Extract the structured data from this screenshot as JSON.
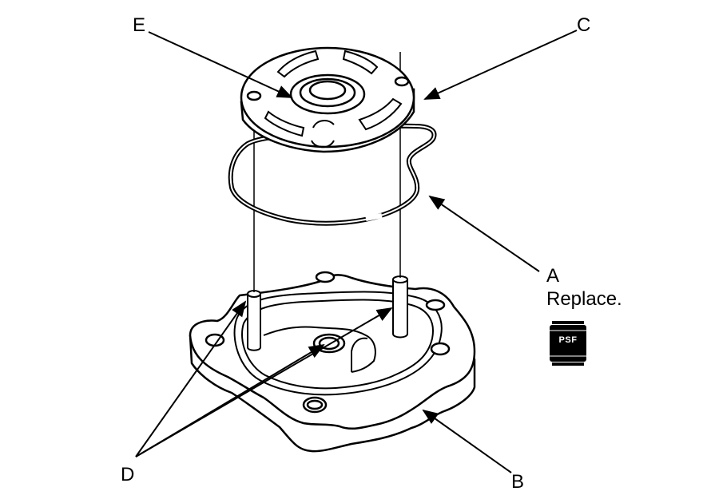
{
  "labels": {
    "e": "E",
    "c": "C",
    "a": "A",
    "a_note": "Replace.",
    "d": "D",
    "b": "B",
    "psf": "PSF"
  },
  "icons": {
    "psf": "fluid-container-icon"
  },
  "colors": {
    "line": "#000000",
    "background": "#ffffff"
  }
}
